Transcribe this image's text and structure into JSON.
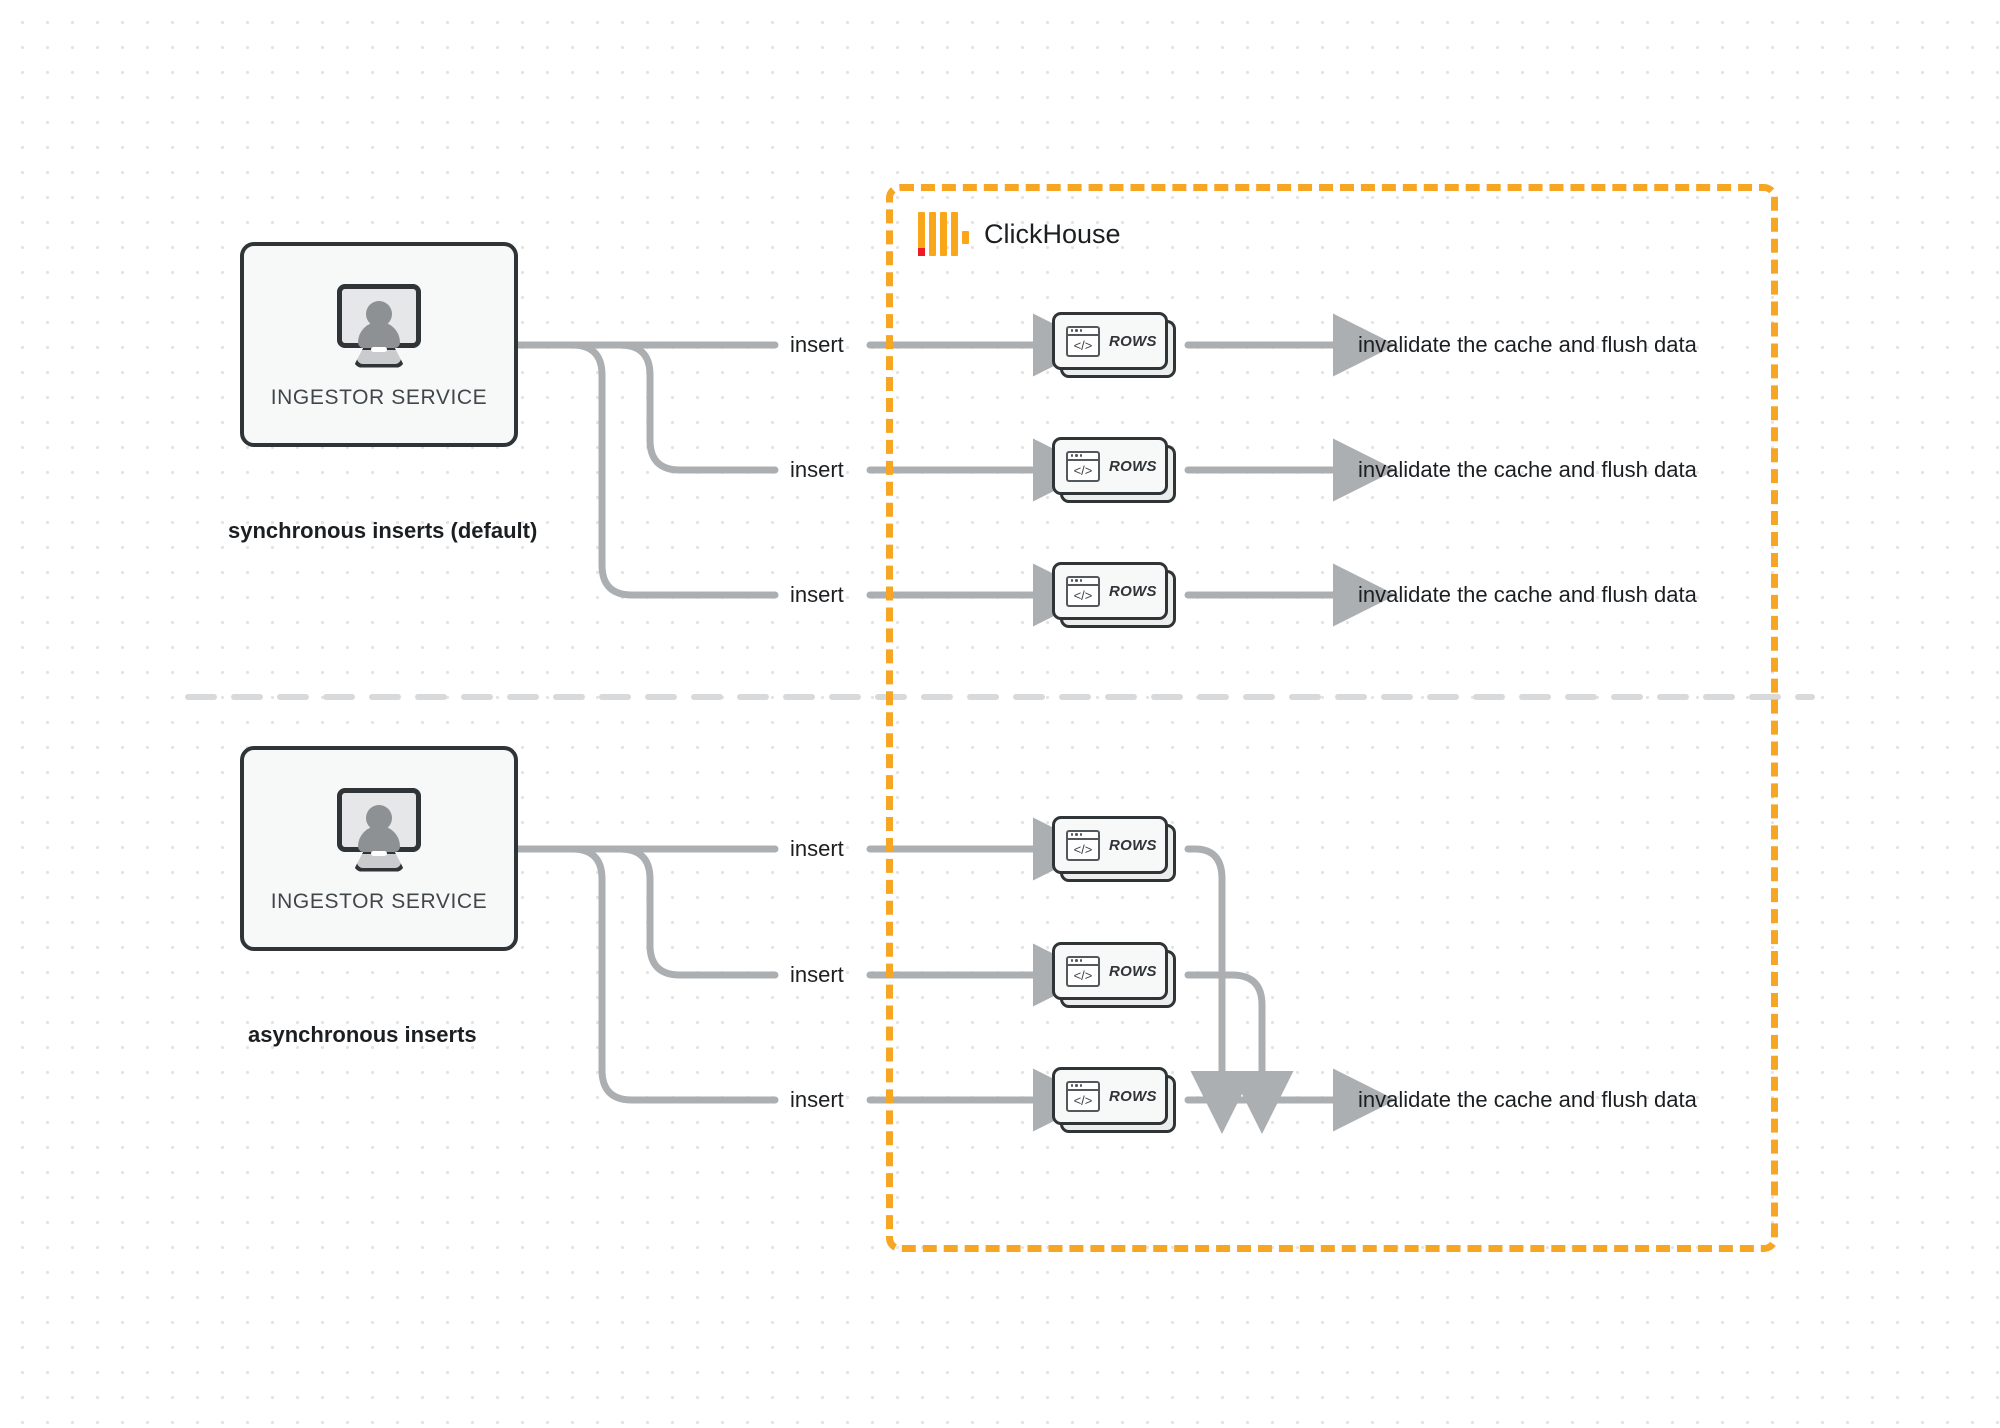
{
  "diagram": {
    "title": "ClickHouse synchronous vs asynchronous inserts",
    "background": "#ffffff",
    "accent_color": "#f6a623",
    "line_color": "#acafb2",
    "container": {
      "label": "ClickHouse",
      "logo_icon": "clickhouse-logo-icon",
      "border_style": "dashed",
      "border_color": "#f6a623"
    },
    "sections": [
      {
        "id": "synchronous",
        "caption": "synchronous inserts (default)",
        "service": {
          "label": "INGESTOR SERVICE",
          "icon": "monitor-user-icon"
        },
        "flows": [
          {
            "insert_label": "insert",
            "node_label": "ROWS",
            "node_icon": "code-window-icon",
            "result_label": "invalidate the cache and flush data"
          },
          {
            "insert_label": "insert",
            "node_label": "ROWS",
            "node_icon": "code-window-icon",
            "result_label": "invalidate the cache and flush data"
          },
          {
            "insert_label": "insert",
            "node_label": "ROWS",
            "node_icon": "code-window-icon",
            "result_label": "invalidate the cache and flush data"
          }
        ]
      },
      {
        "id": "asynchronous",
        "caption": "asynchronous inserts",
        "service": {
          "label": "INGESTOR SERVICE",
          "icon": "monitor-user-icon"
        },
        "flows": [
          {
            "insert_label": "insert",
            "node_label": "ROWS",
            "node_icon": "code-window-icon"
          },
          {
            "insert_label": "insert",
            "node_label": "ROWS",
            "node_icon": "code-window-icon"
          },
          {
            "insert_label": "insert",
            "node_label": "ROWS",
            "node_icon": "code-window-icon"
          }
        ],
        "merged_result_label": "invalidate the cache and flush data"
      }
    ]
  }
}
